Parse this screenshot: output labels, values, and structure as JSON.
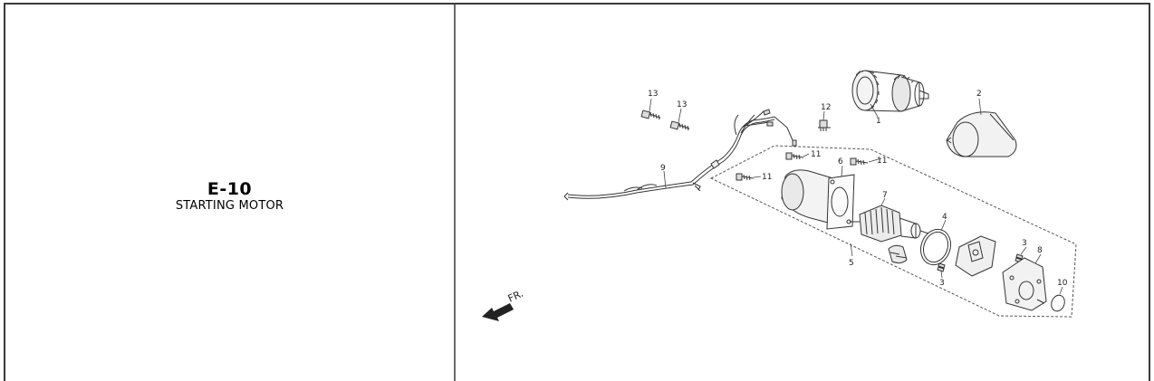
{
  "section": {
    "code": "E-10",
    "name": "STARTING MOTOR"
  },
  "diagram": {
    "direction_label": "FR.",
    "callouts": [
      "1",
      "2",
      "3",
      "3",
      "4",
      "5",
      "6",
      "7",
      "8",
      "9",
      "10",
      "11",
      "11",
      "11",
      "12",
      "13",
      "13"
    ]
  }
}
